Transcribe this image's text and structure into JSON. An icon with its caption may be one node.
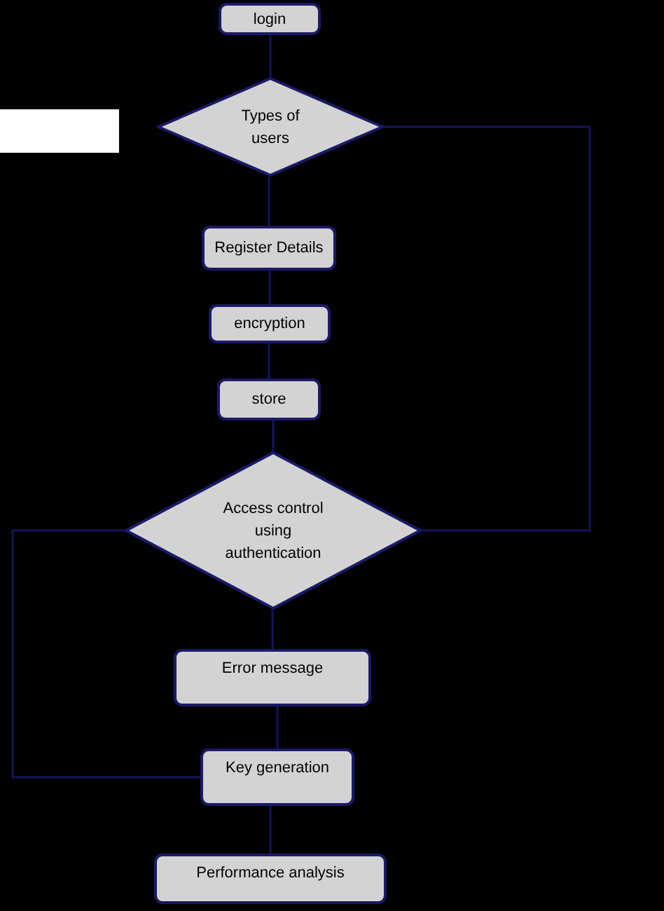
{
  "diagram": {
    "nodes": [
      {
        "text": [
          "login"
        ]
      },
      {
        "text": [
          "Types of users"
        ]
      },
      {
        "text": [
          "Register Details"
        ]
      },
      {
        "text": [
          "encryption"
        ]
      },
      {
        "text": [
          "store"
        ]
      },
      {
        "text": [
          "Access control using authentication"
        ]
      },
      {
        "text": [
          "Error message"
        ]
      },
      {
        "text": [
          "Key generation"
        ]
      },
      {
        "text": [
          "Performance analysis"
        ]
      }
    ],
    "edges": [
      {
        "from": 0,
        "to": 1,
        "arrow": "none"
      },
      {
        "from": 1,
        "to": 2,
        "arrow": "none"
      },
      {
        "from": 2,
        "to": 3,
        "arrow": "none"
      },
      {
        "from": 3,
        "to": 4,
        "arrow": "none"
      },
      {
        "from": 4,
        "to": 5,
        "arrow": "none"
      },
      {
        "from": 1,
        "to": 5,
        "arrow": "none"
      },
      {
        "from": 5,
        "to": 6,
        "arrow": "none"
      },
      {
        "from": 6,
        "to": 7,
        "arrow": "none"
      },
      {
        "from": 5,
        "to": 7,
        "arrow": "none"
      },
      {
        "from": 7,
        "to": 8,
        "arrow": "none"
      }
    ]
  }
}
